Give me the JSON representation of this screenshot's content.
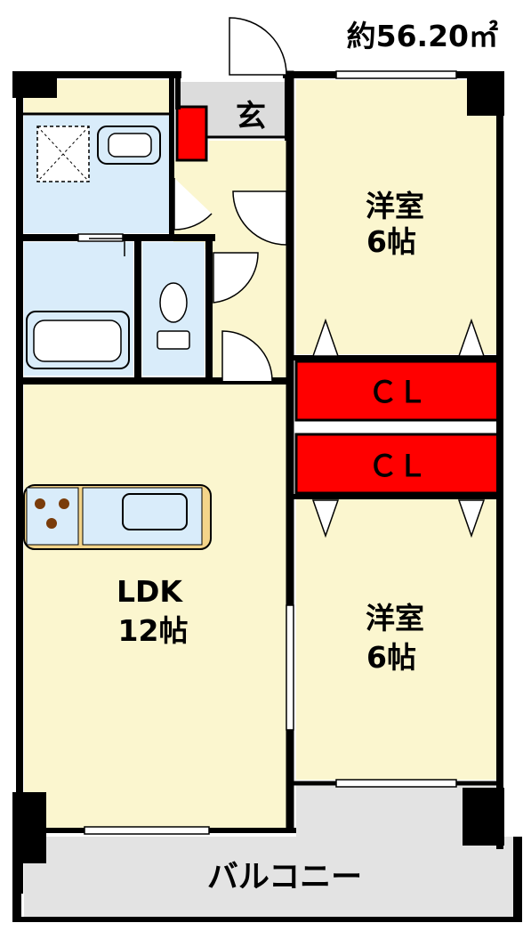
{
  "floorplan": {
    "area_label": "約56.20㎡",
    "rooms": {
      "bedroom_top": {
        "name": "洋室",
        "size": "6帖"
      },
      "bedroom_bottom": {
        "name": "洋室",
        "size": "6帖"
      },
      "ldk": {
        "name": "LDK",
        "size": "12帖"
      },
      "entrance": {
        "name": "玄"
      },
      "closet_top": {
        "name": "ＣＬ"
      },
      "closet_bottom": {
        "name": "ＣＬ"
      },
      "balcony": {
        "name": "バルコニー"
      }
    },
    "colors": {
      "room_fill": "#fbf6cf",
      "wet_area_fill": "#d9ecfa",
      "closet_fill": "#ff0000",
      "balcony_fill": "#e3e3e3",
      "entrance_fill": "#dcdcdc",
      "wall": "#000000"
    }
  }
}
